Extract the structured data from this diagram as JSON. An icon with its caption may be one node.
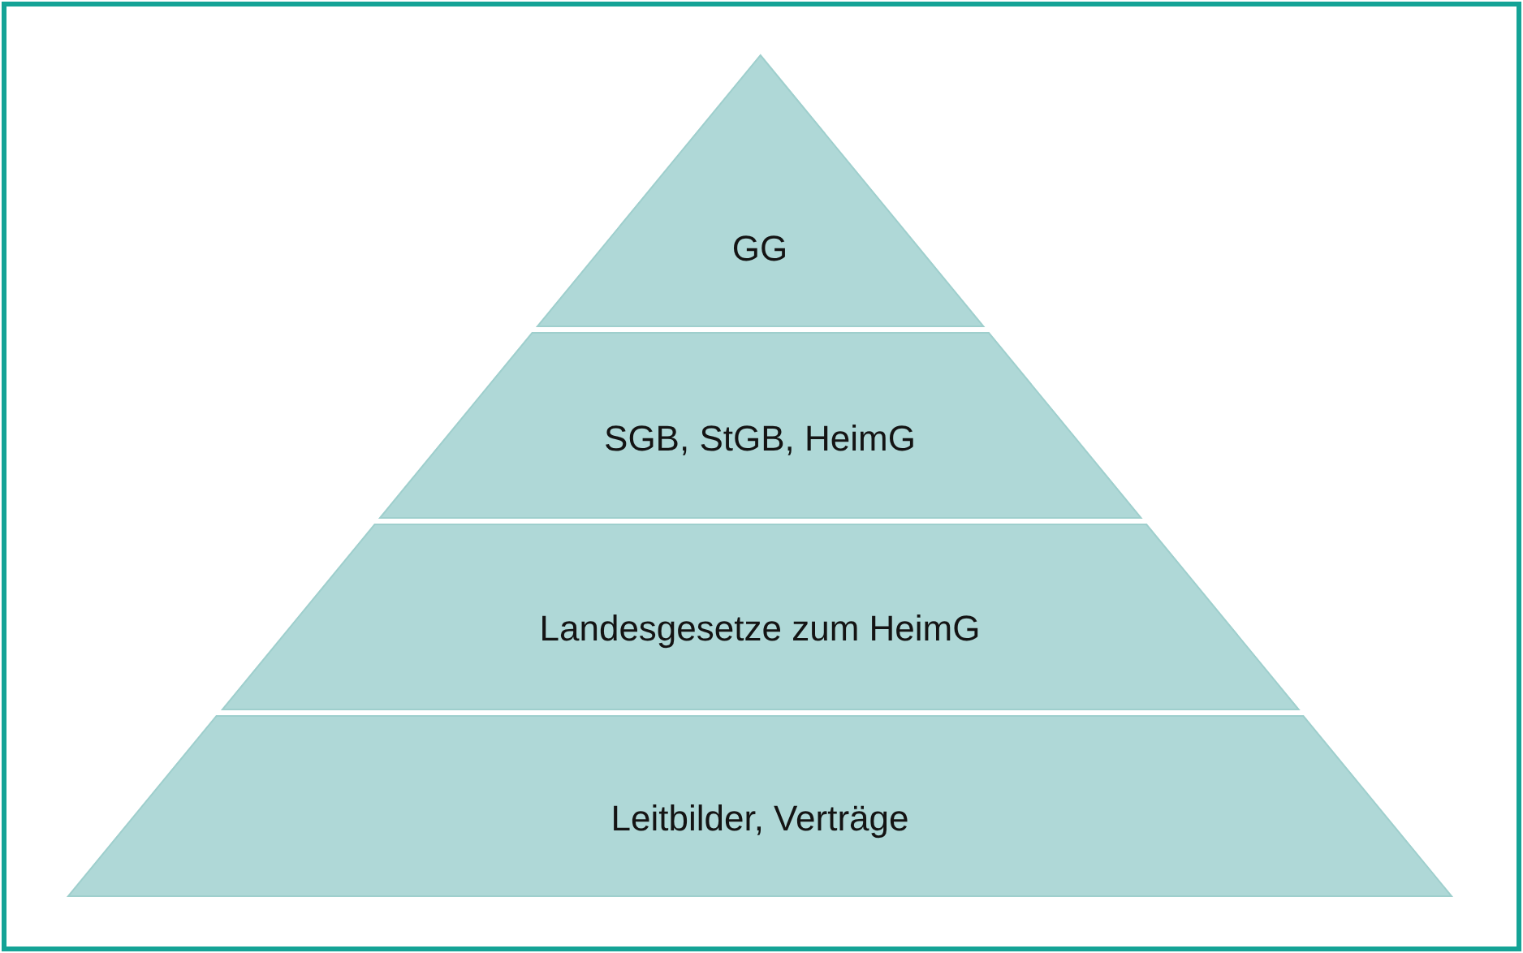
{
  "diagram": {
    "nodes": [
      {
        "text": [
          "GG"
        ]
      },
      {
        "text": [
          "SGB, StGB, HeimG"
        ]
      },
      {
        "text": [
          "Landesgesetze zum HeimG"
        ]
      },
      {
        "text": [
          "Leitbilder, Verträge"
        ]
      }
    ]
  }
}
